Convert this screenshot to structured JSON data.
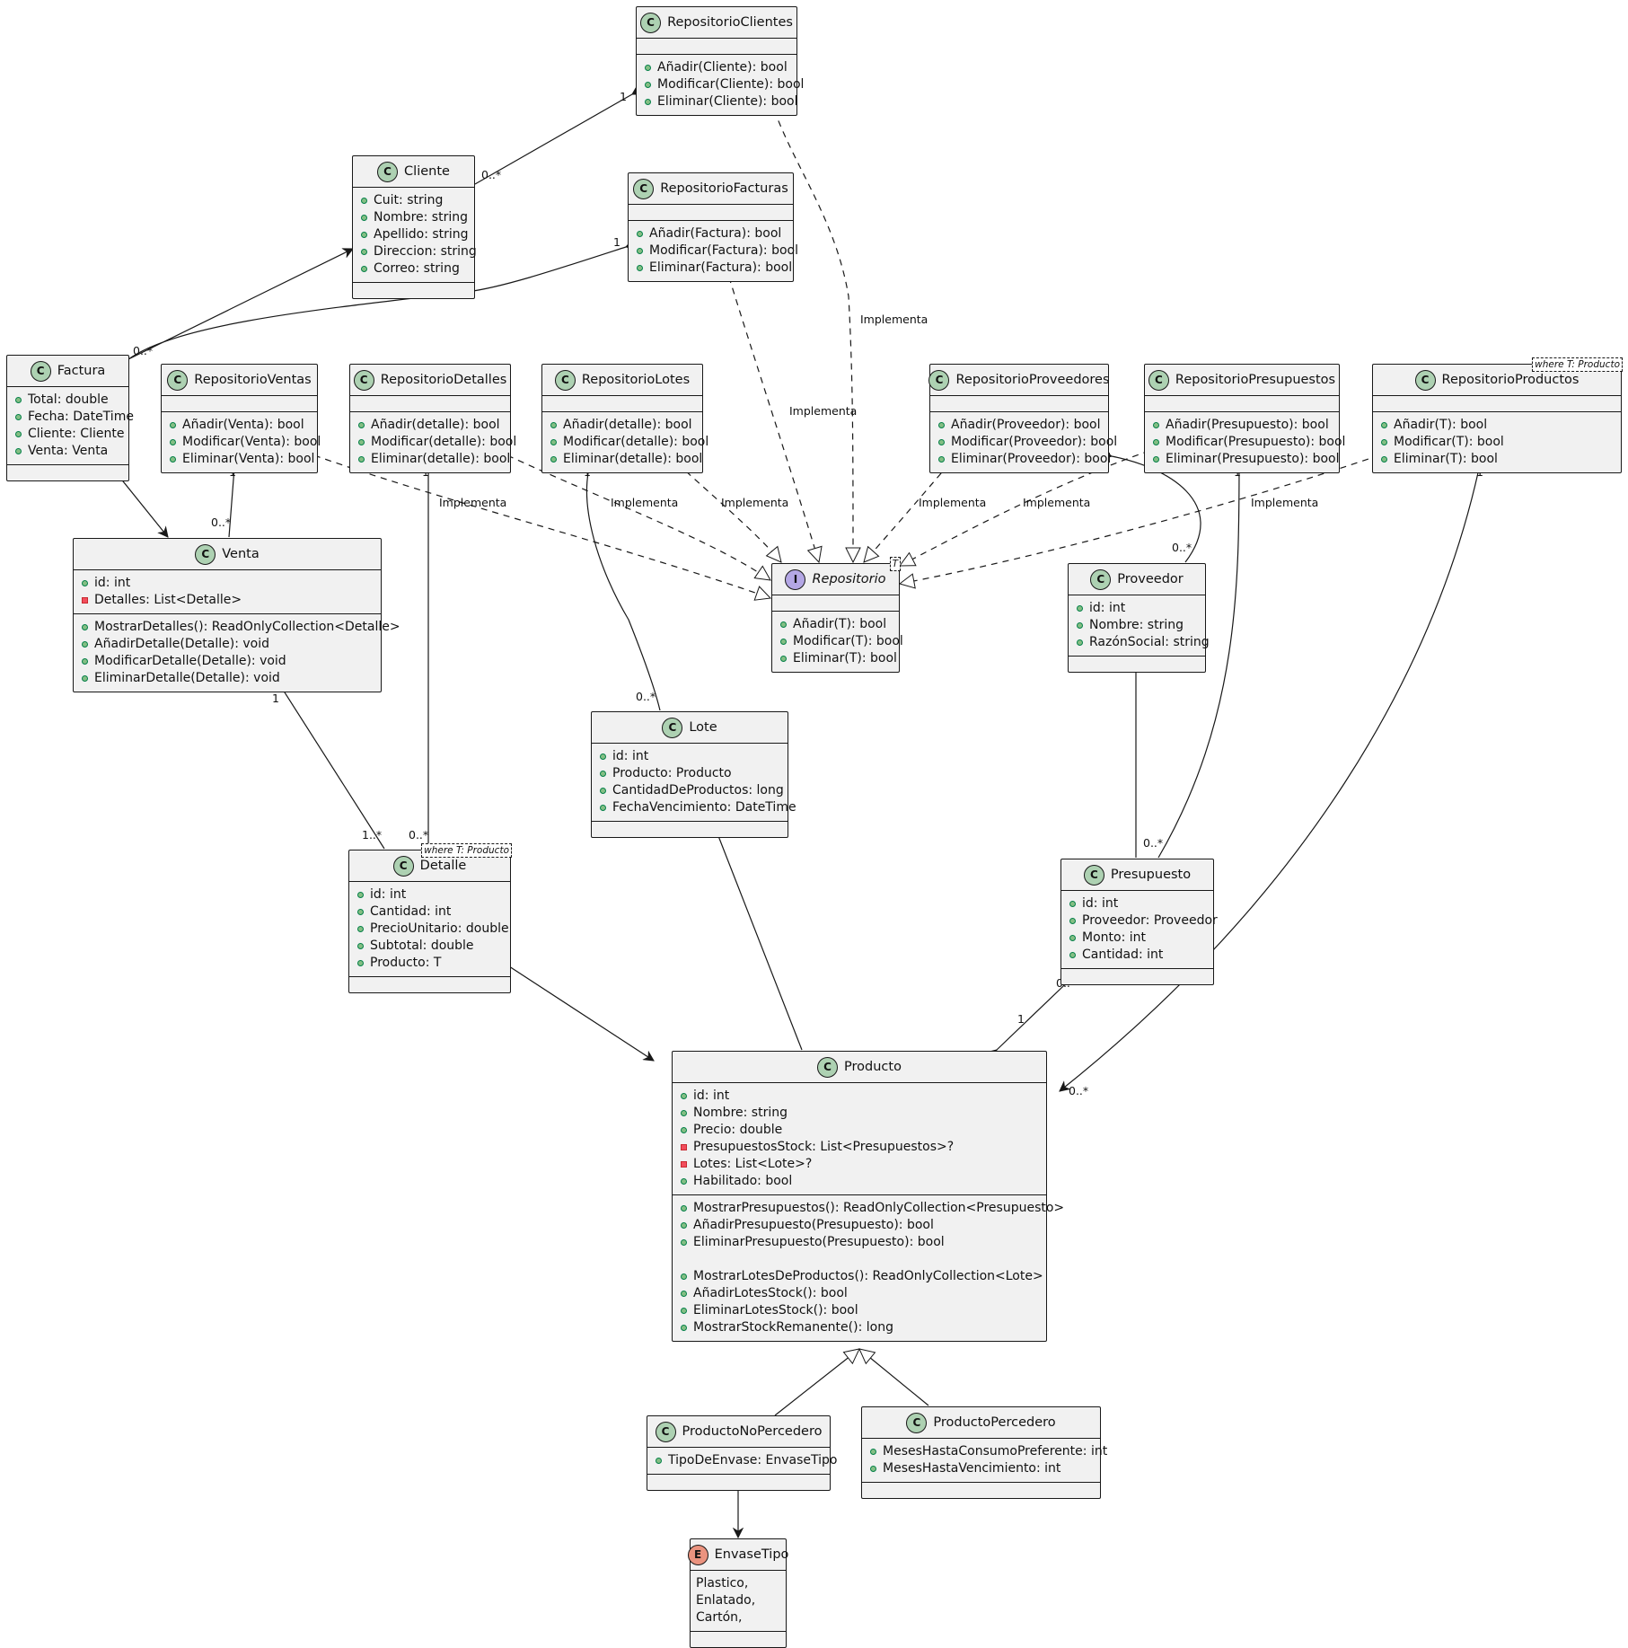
{
  "classes": {
    "repo_clientes": {
      "name": "RepositorioClientes",
      "ops": [
        "Añadir(Cliente): bool",
        "Modificar(Cliente): bool",
        "Eliminar(Cliente): bool"
      ]
    },
    "cliente": {
      "name": "Cliente",
      "attrs": [
        "Cuit: string",
        "Nombre: string",
        "Apellido: string",
        "Direccion: string",
        "Correo: string"
      ]
    },
    "repo_facturas": {
      "name": "RepositorioFacturas",
      "ops": [
        "Añadir(Factura): bool",
        "Modificar(Factura): bool",
        "Eliminar(Factura): bool"
      ]
    },
    "factura": {
      "name": "Factura",
      "attrs": [
        "Total: double",
        "Fecha: DateTime",
        "Cliente: Cliente",
        "Venta: Venta"
      ]
    },
    "repo_ventas": {
      "name": "RepositorioVentas",
      "ops": [
        "Añadir(Venta): bool",
        "Modificar(Venta): bool",
        "Eliminar(Venta): bool"
      ]
    },
    "repo_detalles": {
      "name": "RepositorioDetalles",
      "ops": [
        "Añadir(detalle): bool",
        "Modificar(detalle): bool",
        "Eliminar(detalle): bool"
      ]
    },
    "repo_lotes": {
      "name": "RepositorioLotes",
      "ops": [
        "Añadir(detalle): bool",
        "Modificar(detalle): bool",
        "Eliminar(detalle): bool"
      ]
    },
    "repo_proveedores": {
      "name": "RepositorioProveedores",
      "ops": [
        "Añadir(Proveedor): bool",
        "Modificar(Proveedor): bool",
        "Eliminar(Proveedor): bool"
      ]
    },
    "repo_presupuestos": {
      "name": "RepositorioPresupuestos",
      "ops": [
        "Añadir(Presupuesto): bool",
        "Modificar(Presupuesto): bool",
        "Eliminar(Presupuesto): bool"
      ]
    },
    "repo_productos": {
      "name": "RepositorioProductos",
      "generic": "where T: Producto",
      "ops": [
        "Añadir(T): bool",
        "Modificar(T): bool",
        "Eliminar(T): bool"
      ]
    },
    "repositorio": {
      "name": "Repositorio",
      "generic": "T",
      "ops": [
        "Añadir(T): bool",
        "Modificar(T): bool",
        "Eliminar(T): bool"
      ]
    },
    "venta": {
      "name": "Venta",
      "attrs": [
        "id: int",
        "Detalles: List<Detalle>"
      ],
      "ops": [
        "MostrarDetalles(): ReadOnlyCollection<Detalle>",
        "AñadirDetalle(Detalle): void",
        "ModificarDetalle(Detalle): void",
        "EliminarDetalle(Detalle): void"
      ]
    },
    "proveedor": {
      "name": "Proveedor",
      "attrs": [
        "id: int",
        "Nombre: string",
        "RazónSocial: string"
      ]
    },
    "lote": {
      "name": "Lote",
      "attrs": [
        "id: int",
        "Producto: Producto",
        "CantidadDeProductos: long",
        "FechaVencimiento: DateTime"
      ]
    },
    "detalle": {
      "name": "Detalle",
      "generic": "where T: Producto",
      "attrs": [
        "id: int",
        "Cantidad: int",
        "PrecioUnitario: double",
        "Subtotal: double",
        "Producto: T"
      ]
    },
    "presupuesto": {
      "name": "Presupuesto",
      "attrs": [
        "id: int",
        "Proveedor: Proveedor",
        "Monto: int",
        "Cantidad: int"
      ]
    },
    "producto": {
      "name": "Producto",
      "attrs": [
        "id: int",
        "Nombre: string",
        "Precio: double",
        "PresupuestosStock: List<Presupuestos>?",
        "Lotes: List<Lote>?",
        "Habilitado: bool"
      ],
      "ops": [
        "MostrarPresupuestos(): ReadOnlyCollection<Presupuesto>",
        "AñadirPresupuesto(Presupuesto): bool",
        "EliminarPresupuesto(Presupuesto): bool",
        "",
        "MostrarLotesDeProductos(): ReadOnlyCollection<Lote>",
        "AñadirLotesStock(): bool",
        "EliminarLotesStock(): bool",
        "MostrarStockRemanente(): long"
      ]
    },
    "producto_no_perecedero": {
      "name": "ProductoNoPercedero",
      "attrs": [
        "TipoDeEnvase: EnvaseTipo"
      ]
    },
    "producto_perecedero": {
      "name": "ProductoPercedero",
      "attrs": [
        "MesesHastaConsumoPreferente: int",
        "MesesHastaVencimiento: int"
      ]
    },
    "envase_tipo": {
      "name": "EnvaseTipo",
      "values": [
        "Plastico,",
        "Enlatado,",
        "Cartón,"
      ]
    }
  },
  "labels": {
    "implementa": "Implementa",
    "one": "1",
    "many": "0..*",
    "one_many": "1..*"
  }
}
